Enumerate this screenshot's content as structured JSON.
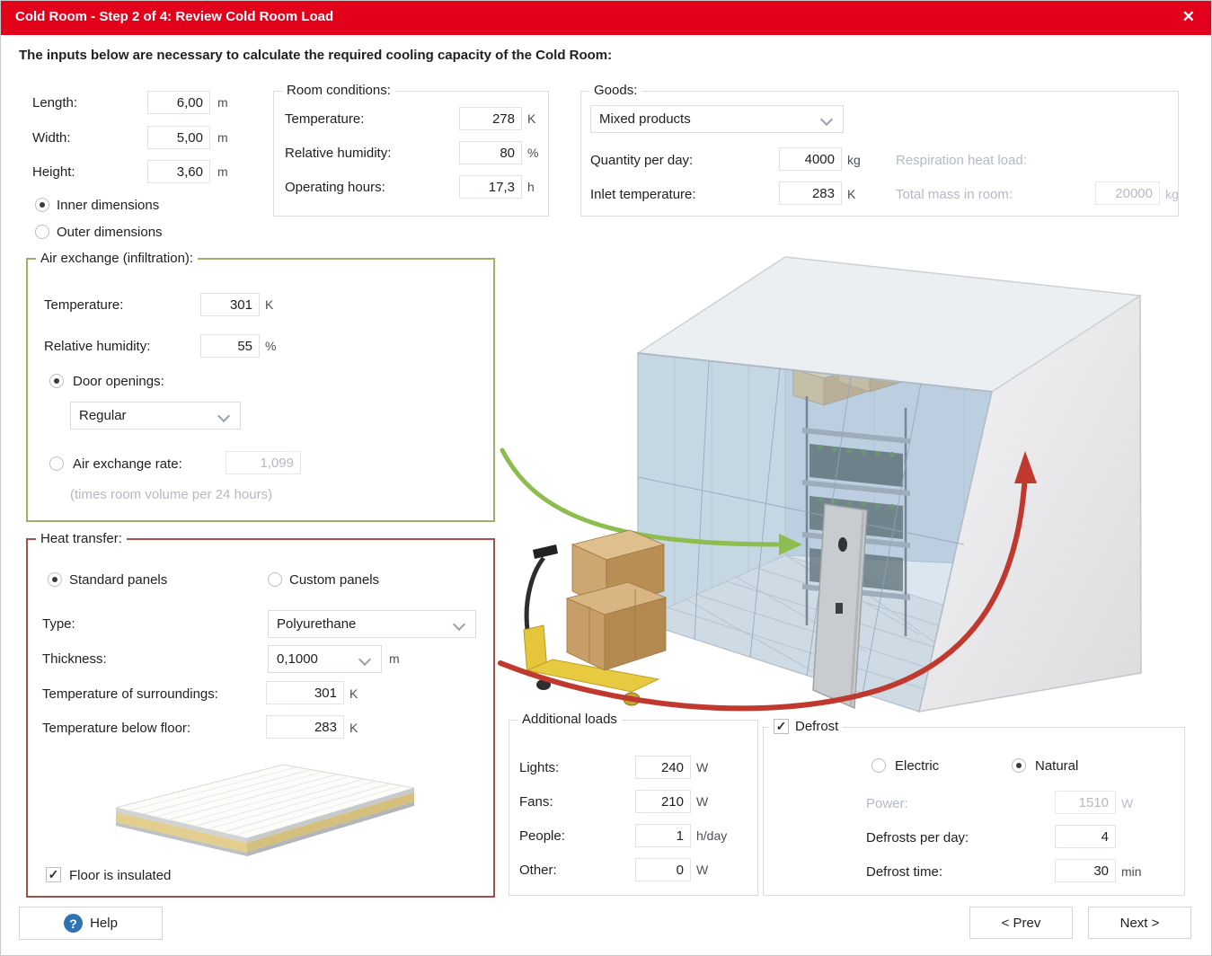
{
  "window": {
    "title": "Cold Room - Step 2 of 4: Review Cold Room Load"
  },
  "icons": {
    "close": "✕",
    "help": "?",
    "check": "✓"
  },
  "intro": "The inputs below are necessary to calculate the required cooling capacity of the Cold Room:",
  "dimensions": {
    "length_label": "Length:",
    "length_value": "6,00",
    "length_unit": "m",
    "width_label": "Width:",
    "width_value": "5,00",
    "width_unit": "m",
    "height_label": "Height:",
    "height_value": "3,60",
    "height_unit": "m",
    "inner_label": "Inner dimensions",
    "outer_label": "Outer dimensions"
  },
  "room_conditions": {
    "title": "Room conditions:",
    "temperature_label": "Temperature:",
    "temperature_value": "278",
    "temperature_unit": "K",
    "humidity_label": "Relative humidity:",
    "humidity_value": "80",
    "humidity_unit": "%",
    "hours_label": "Operating hours:",
    "hours_value": "17,3",
    "hours_unit": "h"
  },
  "goods": {
    "title": "Goods:",
    "product_selected": "Mixed products",
    "quantity_label": "Quantity per day:",
    "quantity_value": "4000",
    "quantity_unit": "kg",
    "inlet_label": "Inlet temperature:",
    "inlet_value": "283",
    "inlet_unit": "K",
    "respiration_label": "Respiration heat load:",
    "total_mass_label": "Total mass in room:",
    "total_mass_value": "20000",
    "total_mass_unit": "kg"
  },
  "air_exchange": {
    "title": "Air exchange (infiltration):",
    "temperature_label": "Temperature:",
    "temperature_value": "301",
    "temperature_unit": "K",
    "humidity_label": "Relative humidity:",
    "humidity_value": "55",
    "humidity_unit": "%",
    "door_openings_label": "Door openings:",
    "door_openings_selected": "Regular",
    "rate_label": "Air exchange rate:",
    "rate_value": "1,099",
    "rate_note": "(times room volume per 24 hours)"
  },
  "heat_transfer": {
    "title": "Heat transfer:",
    "standard_label": "Standard panels",
    "custom_label": "Custom panels",
    "type_label": "Type:",
    "type_selected": "Polyurethane",
    "thickness_label": "Thickness:",
    "thickness_selected": "0,1000",
    "thickness_unit": "m",
    "surroundings_label": "Temperature of surroundings:",
    "surroundings_value": "301",
    "surroundings_unit": "K",
    "below_floor_label": "Temperature below floor:",
    "below_floor_value": "283",
    "below_floor_unit": "K",
    "floor_insulated_label": "Floor is insulated"
  },
  "additional_loads": {
    "title": "Additional loads",
    "lights_label": "Lights:",
    "lights_value": "240",
    "lights_unit": "W",
    "fans_label": "Fans:",
    "fans_value": "210",
    "fans_unit": "W",
    "people_label": "People:",
    "people_value": "1",
    "people_unit": "h/day",
    "other_label": "Other:",
    "other_value": "0",
    "other_unit": "W"
  },
  "defrost": {
    "title": "Defrost",
    "electric_label": "Electric",
    "natural_label": "Natural",
    "power_label": "Power:",
    "power_value": "1510",
    "power_unit": "W",
    "per_day_label": "Defrosts per day:",
    "per_day_value": "4",
    "time_label": "Defrost time:",
    "time_value": "30",
    "time_unit": "min"
  },
  "footer": {
    "help_label": "Help",
    "prev_label": "< Prev",
    "next_label": "Next >"
  },
  "colors": {
    "titlebar_red": "#e2001a",
    "air_exchange_border": "#9cb167",
    "heat_transfer_border": "#a5504b",
    "green_arrow": "#8cbd4e",
    "red_arrow": "#c0392e",
    "help_icon_blue": "#2e74b5"
  }
}
